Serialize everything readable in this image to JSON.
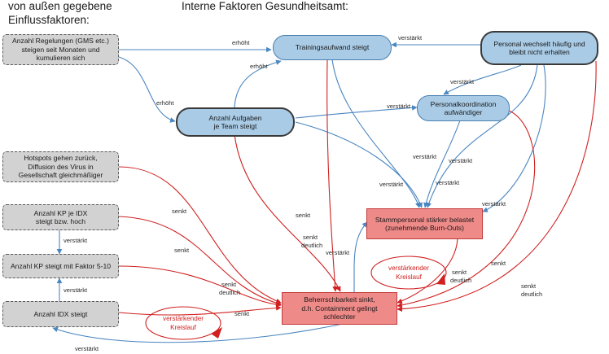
{
  "headings": {
    "external": "von außen gegebene\nEinflussfaktoren:",
    "internal": "Interne Faktoren Gesundheitsamt:"
  },
  "nodes": {
    "regelungen": "Anzahl Regelungen (GMS etc.)\nsteigen seit Monaten und\nkumulieren sich",
    "trainingsaufwand": "Trainingsaufwand steigt",
    "personal_wechsel": "Personal wechselt häufig und\nbleibt nicht erhalten",
    "personalkoordination": "Personalkoordination\naufwändiger",
    "aufgaben": "Anzahl Aufgaben\nje Team steigt",
    "hotspots": "Hotspots gehen zurück,\nDiffusion des Virus in\nGesellschaft gleichmäßiger",
    "kp_je_idx": "Anzahl KP je IDX\nsteigt bzw. hoch",
    "stammpersonal": "Stammpersonal stärker belastet\n(zunehmende Burn-Outs)",
    "kp_faktor": "Anzahl KP steigt mit Faktor 5-10",
    "idx_steigt": "Anzahl IDX steigt",
    "beherrschbarkeit": "Beherrschbarkeit sinkt,\nd.h. Containment gelingt\nschlechter"
  },
  "edge_labels": {
    "erhoeht": "erhöht",
    "verstaerkt": "verstärkt",
    "senkt": "senkt",
    "senkt_deutlich_1": "senkt",
    "senkt_deutlich_2": "deutlich"
  },
  "loops": {
    "loop1_line1": "verstärkender",
    "loop1_line2": "Kreislauf",
    "loop2_line1": "verstärkender",
    "loop2_line2": "Kreislauf"
  },
  "colors": {
    "blue_arrow": "#4a86c0",
    "red_arrow": "#d02020",
    "external_fill": "#d2d2d2",
    "internal_fill": "#a9cbe6",
    "outcome_fill": "#ee8a88"
  }
}
